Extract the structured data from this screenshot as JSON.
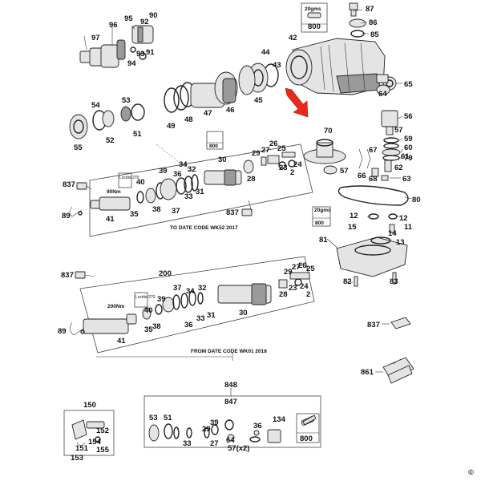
{
  "labels": [
    {
      "id": "p95",
      "text": "95"
    },
    {
      "id": "p92",
      "text": "92"
    },
    {
      "id": "p90",
      "text": "90"
    },
    {
      "id": "p96",
      "text": "96"
    },
    {
      "id": "p97",
      "text": "97"
    },
    {
      "id": "p94",
      "text": "94"
    },
    {
      "id": "p93",
      "text": "93"
    },
    {
      "id": "p91",
      "text": "91"
    },
    {
      "id": "p87",
      "text": "87"
    },
    {
      "id": "p86",
      "text": "86"
    },
    {
      "id": "p85",
      "text": "85"
    },
    {
      "id": "p42",
      "text": "42"
    },
    {
      "id": "p44",
      "text": "44"
    },
    {
      "id": "p43",
      "text": "43"
    },
    {
      "id": "p45",
      "text": "45"
    },
    {
      "id": "p46",
      "text": "46"
    },
    {
      "id": "p47",
      "text": "47"
    },
    {
      "id": "p48",
      "text": "48"
    },
    {
      "id": "p49",
      "text": "49"
    },
    {
      "id": "p64",
      "text": "64"
    },
    {
      "id": "p65",
      "text": "65"
    },
    {
      "id": "p54",
      "text": "54"
    },
    {
      "id": "p53",
      "text": "53"
    },
    {
      "id": "p55",
      "text": "55"
    },
    {
      "id": "p52",
      "text": "52"
    },
    {
      "id": "p51",
      "text": "51"
    },
    {
      "id": "p56",
      "text": "56"
    },
    {
      "id": "p57a",
      "text": "57"
    },
    {
      "id": "p59",
      "text": "59"
    },
    {
      "id": "p60",
      "text": "60"
    },
    {
      "id": "p61",
      "text": "61"
    },
    {
      "id": "p79",
      "text": "79"
    },
    {
      "id": "p62",
      "text": "62"
    },
    {
      "id": "p63",
      "text": "63"
    },
    {
      "id": "p70",
      "text": "70"
    },
    {
      "id": "p57b",
      "text": "57"
    },
    {
      "id": "p67",
      "text": "67"
    },
    {
      "id": "p66",
      "text": "66"
    },
    {
      "id": "p68",
      "text": "68"
    },
    {
      "id": "p80",
      "text": "80"
    },
    {
      "id": "p800a",
      "text": "800"
    },
    {
      "id": "p800b",
      "text": "800"
    },
    {
      "id": "p800c",
      "text": "800"
    },
    {
      "id": "p800d",
      "text": "800"
    },
    {
      "id": "p30a",
      "text": "30"
    },
    {
      "id": "p29a",
      "text": "29"
    },
    {
      "id": "p26a",
      "text": "26"
    },
    {
      "id": "p27a",
      "text": "27"
    },
    {
      "id": "p25a",
      "text": "25"
    },
    {
      "id": "p23a",
      "text": "23"
    },
    {
      "id": "p24a",
      "text": "24"
    },
    {
      "id": "p2a",
      "text": "2"
    },
    {
      "id": "p28a",
      "text": "28"
    },
    {
      "id": "p39a",
      "text": "39"
    },
    {
      "id": "p34a",
      "text": "34"
    },
    {
      "id": "p32a",
      "text": "32"
    },
    {
      "id": "p36a",
      "text": "36"
    },
    {
      "id": "p33a",
      "text": "33"
    },
    {
      "id": "p31a",
      "text": "31"
    },
    {
      "id": "p40a",
      "text": "40"
    },
    {
      "id": "p35a",
      "text": "35"
    },
    {
      "id": "p38a",
      "text": "38"
    },
    {
      "id": "p37a",
      "text": "37"
    },
    {
      "id": "p41a",
      "text": "41"
    },
    {
      "id": "p837a",
      "text": "837"
    },
    {
      "id": "p837b",
      "text": "837"
    },
    {
      "id": "p89a",
      "text": "89"
    },
    {
      "id": "p12a",
      "text": "12"
    },
    {
      "id": "p12b",
      "text": "12"
    },
    {
      "id": "p15",
      "text": "15"
    },
    {
      "id": "p14",
      "text": "14"
    },
    {
      "id": "p11",
      "text": "11"
    },
    {
      "id": "p13",
      "text": "13"
    },
    {
      "id": "p81",
      "text": "81"
    },
    {
      "id": "p82",
      "text": "82"
    },
    {
      "id": "p83",
      "text": "83"
    },
    {
      "id": "p200",
      "text": "200"
    },
    {
      "id": "p837c",
      "text": "837"
    },
    {
      "id": "p37b",
      "text": "37"
    },
    {
      "id": "p34b",
      "text": "34"
    },
    {
      "id": "p32b",
      "text": "32"
    },
    {
      "id": "p39b",
      "text": "39"
    },
    {
      "id": "p40b",
      "text": "40"
    },
    {
      "id": "p35b",
      "text": "35"
    },
    {
      "id": "p38b",
      "text": "38"
    },
    {
      "id": "p36b",
      "text": "36"
    },
    {
      "id": "p33b",
      "text": "33"
    },
    {
      "id": "p31b",
      "text": "31"
    },
    {
      "id": "p30b",
      "text": "30"
    },
    {
      "id": "p28b",
      "text": "28"
    },
    {
      "id": "p29b",
      "text": "29"
    },
    {
      "id": "p27b",
      "text": "27"
    },
    {
      "id": "p26b",
      "text": "26"
    },
    {
      "id": "p25b",
      "text": "25"
    },
    {
      "id": "p23b",
      "text": "23"
    },
    {
      "id": "p24b",
      "text": "24"
    },
    {
      "id": "p2b",
      "text": "2"
    },
    {
      "id": "p41b",
      "text": "41"
    },
    {
      "id": "p89b",
      "text": "89"
    },
    {
      "id": "p837d",
      "text": "837"
    },
    {
      "id": "p861",
      "text": "861"
    },
    {
      "id": "p848",
      "text": "848"
    },
    {
      "id": "p847",
      "text": "847"
    },
    {
      "id": "p53b",
      "text": "53"
    },
    {
      "id": "p51b",
      "text": "51"
    },
    {
      "id": "p33c",
      "text": "33"
    },
    {
      "id": "p29c",
      "text": "29"
    },
    {
      "id": "p39c",
      "text": "39"
    },
    {
      "id": "p27c",
      "text": "27"
    },
    {
      "id": "p64b",
      "text": "64"
    },
    {
      "id": "p36c",
      "text": "36"
    },
    {
      "id": "p57x2",
      "text": "57(x2)"
    },
    {
      "id": "p134",
      "text": "134"
    },
    {
      "id": "p150",
      "text": "150"
    },
    {
      "id": "p151",
      "text": "151"
    },
    {
      "id": "p152",
      "text": "152"
    },
    {
      "id": "p154",
      "text": "154"
    },
    {
      "id": "p153",
      "text": "153"
    },
    {
      "id": "p155",
      "text": "155"
    }
  ],
  "notes": {
    "grease1": "20gms",
    "grease2": "20gms",
    "loctite1": "Loctite 270",
    "loctite2": "Loctite 270",
    "torque1": "90Nm",
    "torque2": "200Nm",
    "date_to": "TO DATE CODE WK52 2017",
    "date_from": "FROM DATE CODE WK01 2018",
    "copyright": "©"
  },
  "colors": {
    "arrow": "#e8291c",
    "line": "#222222"
  },
  "icons": [
    "red-arrow-icon",
    "grease-tube-icon",
    "hammer-tool-icon",
    "carry-case-icon"
  ]
}
